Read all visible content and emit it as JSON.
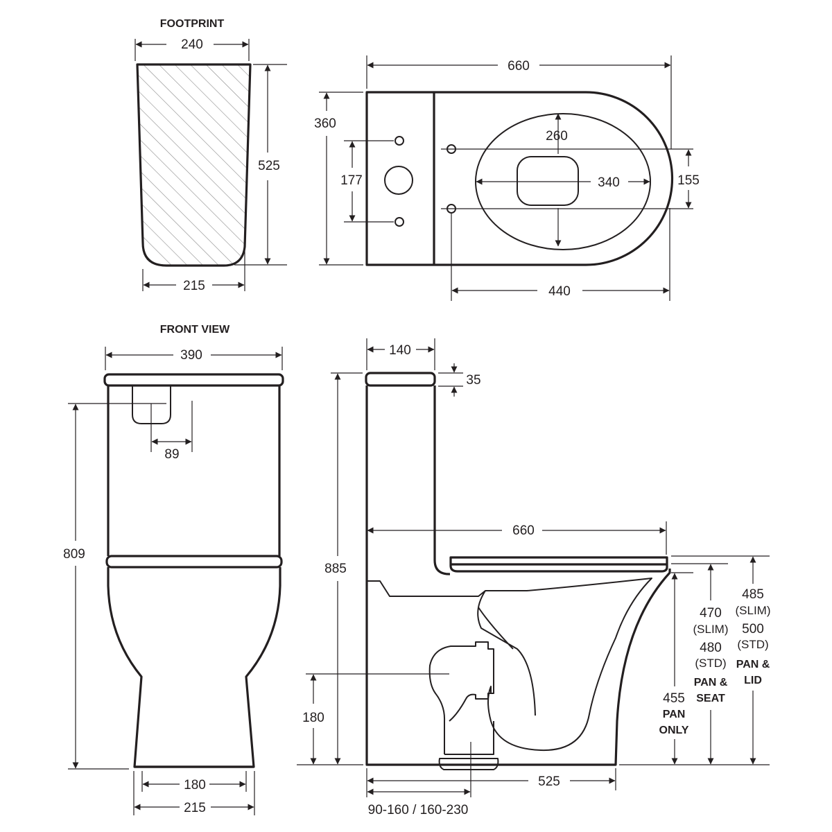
{
  "footprint": {
    "title": "FOOTPRINT",
    "top_width": "240",
    "height": "525",
    "bottom_width": "215"
  },
  "plan": {
    "length": "660",
    "depth": "360",
    "seat_depth": "260",
    "hole_spacing": "177",
    "seat_width": "340",
    "bolt_spacing": "155",
    "pan_length": "440"
  },
  "front_view": {
    "title": "FRONT VIEW",
    "cistern_width": "390",
    "button_offset": "89",
    "total_height": "809",
    "base_inner_width": "180",
    "base_outer_width": "215"
  },
  "side_view": {
    "cistern_depth": "140",
    "lid_thickness": "35",
    "total_height": "885",
    "pan_length": "660",
    "outlet_height": "180",
    "base_length": "525",
    "setout_range": "90-160 / 160-230",
    "pan_only_value": "455",
    "pan_only_line1": "PAN",
    "pan_only_line2": "ONLY",
    "pan_seat_slim_value": "470",
    "pan_seat_slim_label": "(SLIM)",
    "pan_seat_std_value": "480",
    "pan_seat_std_label": "(STD)",
    "pan_seat_line1": "PAN &",
    "pan_seat_line2": "SEAT",
    "pan_lid_slim_value": "485",
    "pan_lid_slim_label": "(SLIM)",
    "pan_lid_std_value": "500",
    "pan_lid_std_label": "(STD)",
    "pan_lid_line1": "PAN &",
    "pan_lid_line2": "LID"
  }
}
